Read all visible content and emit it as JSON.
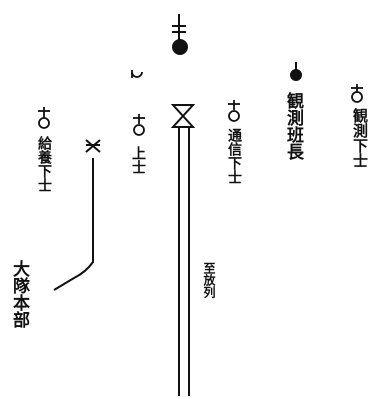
{
  "labels": {
    "observation_ensign": "観測下士",
    "observation_chief": "観測班長",
    "communication_ensign": "通信下士",
    "ensign": "上士",
    "rations_ensign": "給養下士",
    "battalion_hq": "大隊本部",
    "to_release_point": "至放列"
  },
  "colors": {
    "ink": "#111111",
    "background": "#ffffff"
  },
  "icons": {
    "commander_symbol": "pole-filled-circle",
    "chief_symbol": "filled-circle-stem",
    "officer_symbol": "pole-open-circle",
    "small_officer_symbol": "open-circle-hook",
    "guidon_symbol": "hourglass-flag",
    "route_symbol": "x-with-stem"
  }
}
